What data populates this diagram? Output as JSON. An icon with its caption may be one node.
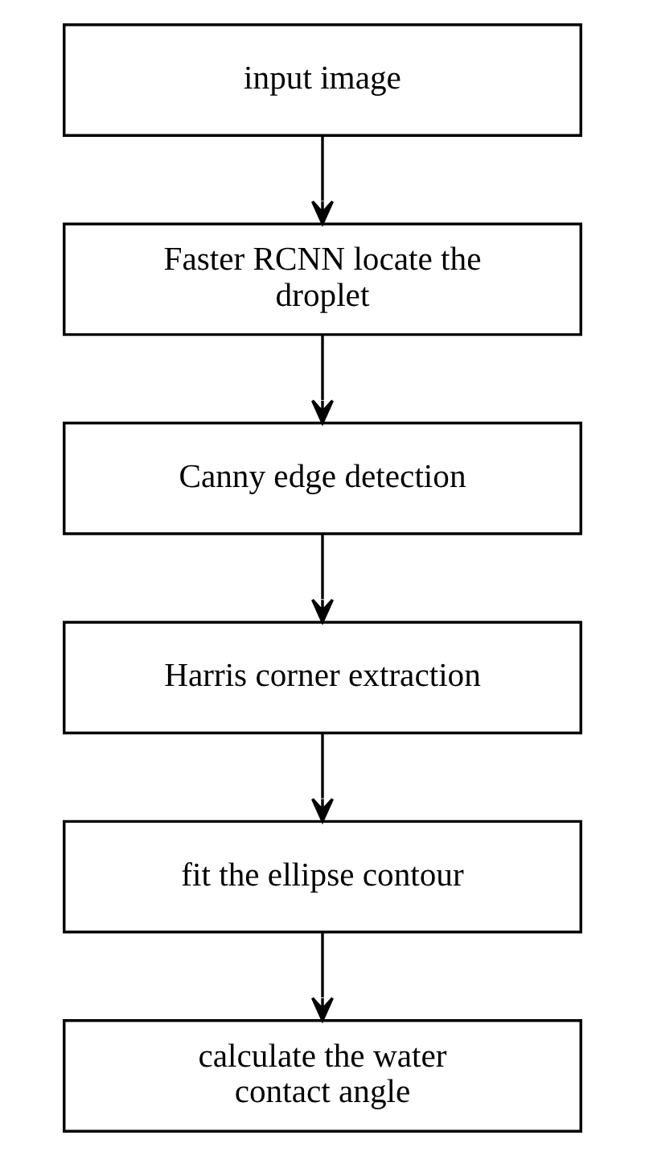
{
  "diagram": {
    "nodes": [
      {
        "text": [
          "input image"
        ]
      },
      {
        "text": [
          "Faster RCNN locate the droplet"
        ]
      },
      {
        "text": [
          "Canny edge detection"
        ]
      },
      {
        "text": [
          "Harris corner extraction"
        ]
      },
      {
        "text": [
          "fit the ellipse contour"
        ]
      },
      {
        "text": [
          "calculate the water contact angle"
        ]
      }
    ],
    "edges": [
      {
        "from": 0,
        "to": 1,
        "arrow": "to"
      },
      {
        "from": 1,
        "to": 2,
        "arrow": "to"
      },
      {
        "from": 2,
        "to": 3,
        "arrow": "to"
      },
      {
        "from": 3,
        "to": 4,
        "arrow": "to"
      },
      {
        "from": 4,
        "to": 5,
        "arrow": "to"
      }
    ]
  }
}
